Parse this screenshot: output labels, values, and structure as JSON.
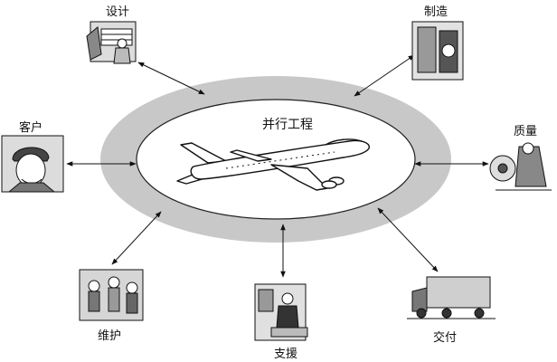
{
  "center_title": "并行工程",
  "nodes": {
    "design": "设计",
    "manufacturing": "制造",
    "customer": "客户",
    "quality": "质量",
    "maintenance": "维护",
    "support": "支援",
    "delivery": "交付"
  },
  "colors": {
    "ring": "#c8c8c8",
    "line": "#111111",
    "background": "#ffffff"
  }
}
